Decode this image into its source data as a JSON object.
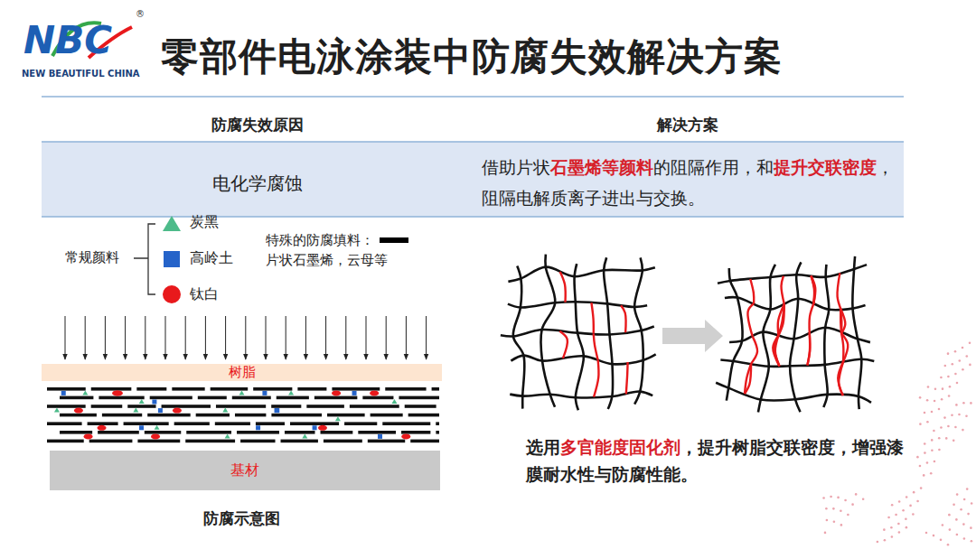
{
  "diagram": {
    "title": "零部件电泳涂装中防腐失效解决方案",
    "caption": "防腐示意图",
    "nodes": [
      {
        "text": [
          "树脂"
        ]
      },
      {
        "text": [
          "基材"
        ]
      }
    ],
    "labels": [
      "®",
      "NEW BEAUTIFUL CHINA",
      "防腐失效原因",
      "解决方案",
      "电化学腐蚀",
      "借助片状",
      "石墨烯等颜料",
      "的阻隔作用，和",
      "提升交联密度",
      "，阻隔电解质离子进出与交换。",
      "常规颜料",
      "片状石墨烯，云母等",
      "选用",
      "多官能度固化剂",
      "，提升树脂交联密度，增强漆膜耐水性与防腐性能。",
      "NBC"
    ],
    "legend": [
      {
        "text": "炭黑",
        "color": "#4dbb8a"
      },
      {
        "text": "高岭土",
        "color": "#2563c9"
      },
      {
        "text": "钛白",
        "color": "#e8191c"
      },
      {
        "text": "特殊的防腐填料："
      }
    ]
  }
}
